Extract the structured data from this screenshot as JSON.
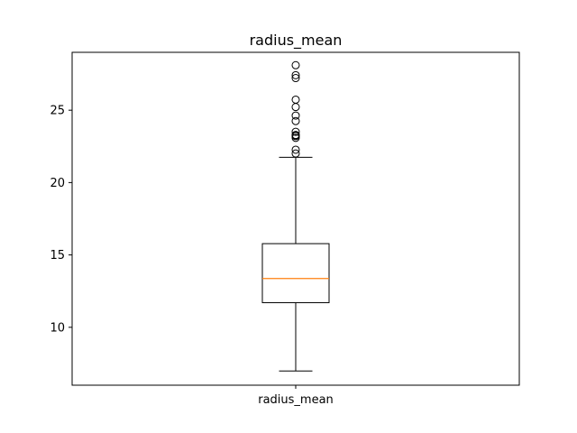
{
  "chart_data": {
    "type": "box",
    "title": "radius_mean",
    "categories": [
      "radius_mean"
    ],
    "ylim": [
      6.0,
      29.0
    ],
    "yticks": [
      10,
      15,
      20,
      25
    ],
    "grid": false,
    "series": [
      {
        "whisker_low": 6.98,
        "q1": 11.7,
        "median": 13.37,
        "q3": 15.78,
        "whisker_high": 21.75,
        "outliers": [
          22.01,
          22.27,
          23.09,
          23.21,
          23.27,
          23.29,
          23.51,
          24.25,
          24.63,
          25.22,
          25.73,
          27.22,
          27.42,
          28.11
        ]
      }
    ],
    "colors": {
      "box": "#000000",
      "median": "#ff7f0e",
      "outlier_edge": "#000000"
    }
  }
}
